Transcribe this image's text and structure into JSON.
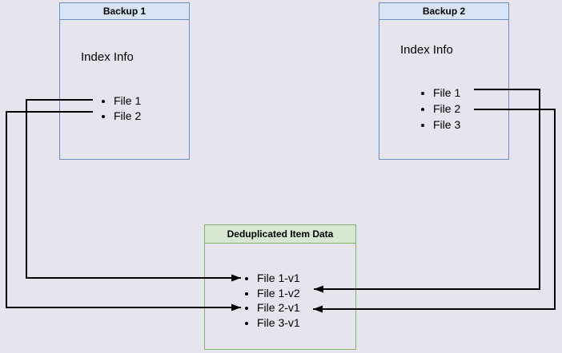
{
  "colors": {
    "background": "#e6e5ee",
    "blue_box_border": "#6c8ebf",
    "blue_header_fill": "#d9e5f7",
    "green_box_border": "#82b366",
    "green_header_fill": "#d7e7d2",
    "arrow": "#000000",
    "text": "#000000"
  },
  "boxes": {
    "backup1": {
      "title": "Backup 1",
      "body_label": "Index Info",
      "items": [
        "File 1",
        "File 2"
      ]
    },
    "backup2": {
      "title": "Backup 2",
      "body_label": "Index Info",
      "items": [
        "File 1",
        "File 2",
        "File 3"
      ]
    },
    "dedup": {
      "title": "Deduplicated Item Data",
      "items": [
        "File 1-v1",
        "File 1-v2",
        "File 2-v1",
        "File 3-v1"
      ]
    }
  },
  "arrows": [
    {
      "from": "Backup 1 / File 1",
      "to": "Deduplicated Item Data / File 1-v1"
    },
    {
      "from": "Backup 1 / File 2",
      "to": "Deduplicated Item Data / File 2-v1"
    },
    {
      "from": "Backup 2 / File 1",
      "to": "Deduplicated Item Data / File 1-v2"
    },
    {
      "from": "Backup 2 / File 2",
      "to": "Deduplicated Item Data / File 2-v1"
    }
  ]
}
